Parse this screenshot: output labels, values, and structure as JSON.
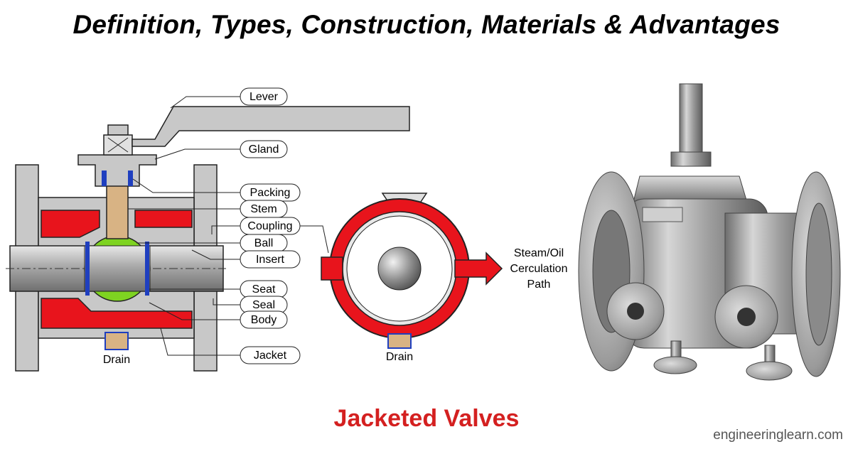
{
  "header": {
    "title": "Definition, Types, Construction, Materials & Advantages"
  },
  "footer": {
    "title": "Jacketed Valves",
    "brand": "engineeringlearn.com"
  },
  "watermark": "engineeringlearn.com",
  "callouts": {
    "lever": "Lever",
    "gland": "Gland",
    "packing": "Packing",
    "stem": "Stem",
    "coupling": "Coupling",
    "ball": "Ball",
    "insert": "Insert",
    "seat": "Seat",
    "seal": "Seal",
    "body": "Body",
    "jacket": "Jacket"
  },
  "labels": {
    "drain_left": "Drain",
    "drain_mid": "Drain",
    "flow_line1": "Steam/Oil",
    "flow_line2": "Cerculation",
    "flow_line3": "Path"
  },
  "colors": {
    "jacket_red": "#e8141c",
    "ball_green": "#7ed321",
    "seat_blue": "#1f3fbf",
    "stem_tan": "#d8b384",
    "metal_grey": "#b8b8b8",
    "title_red": "#d42020"
  }
}
